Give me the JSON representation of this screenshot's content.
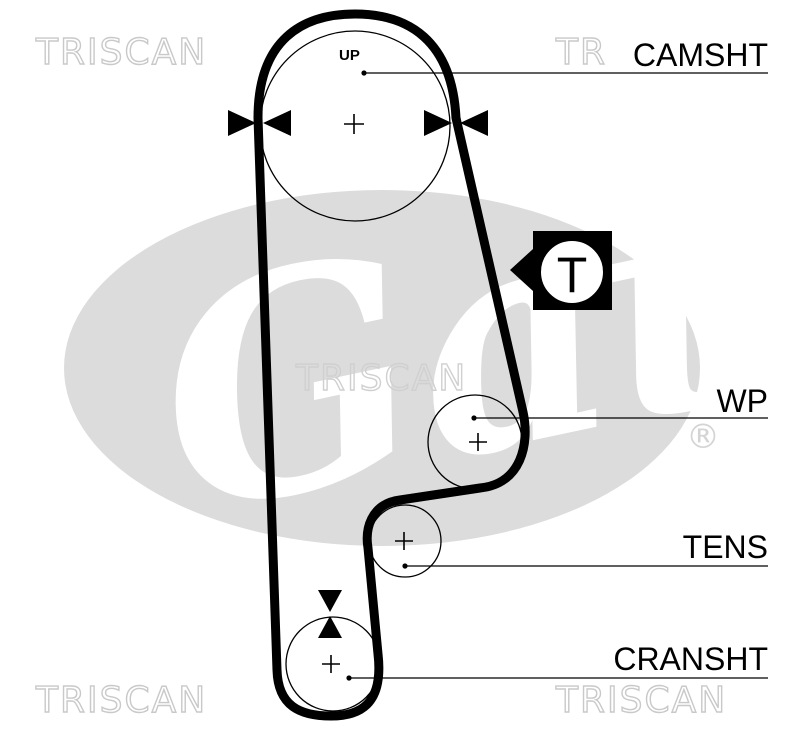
{
  "diagram": {
    "labels": {
      "up": "UP",
      "camshaft": "CAMSHT",
      "water_pump": "WP",
      "tensioner": "TENS",
      "crankshaft": "CRANSHT",
      "tensioner_symbol": "T"
    },
    "watermarks": {
      "triscan": "TRISCAN",
      "gates_logo": "Gates",
      "registered_mark": "®"
    },
    "colors": {
      "belt": "#000000",
      "watermark_logo": "#dcdcdc",
      "watermark_text": "#c9c9c9"
    }
  }
}
